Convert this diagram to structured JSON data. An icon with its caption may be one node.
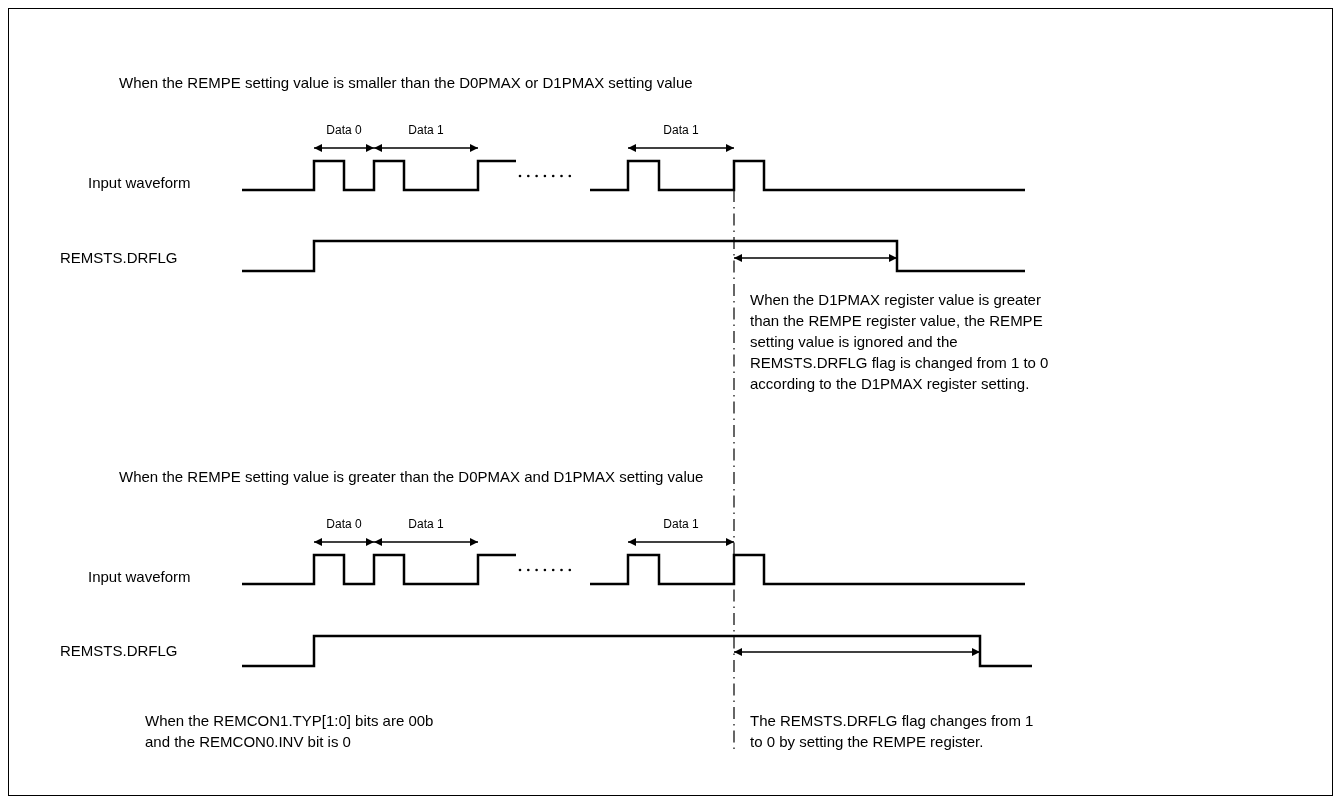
{
  "diagram": {
    "labels": [
      "When the REMPE setting value is smaller than the D0PMAX or D1PMAX setting value",
      "Data 0",
      "Data 1",
      "Data 1",
      "Input waveform",
      "REMSTS.DRFLG",
      "When the D1PMAX register value is greater than the REMPE register value, the REMPE setting value is ignored and the REMSTS.DRFLG flag is changed from 1 to 0 according to the D1PMAX register setting.",
      "When the REMPE setting value is greater than the D0PMAX and D1PMAX setting value",
      "Data 0",
      "Data 1",
      "Data 1",
      "Input waveform",
      "REMSTS.DRFLG",
      "When the REMCON1.TYP[1:0] bits are 00b and the REMCON0.INV bit is 0",
      "The REMSTS.DRFLG flag changes from 1 to 0 by setting the REMPE register."
    ]
  }
}
